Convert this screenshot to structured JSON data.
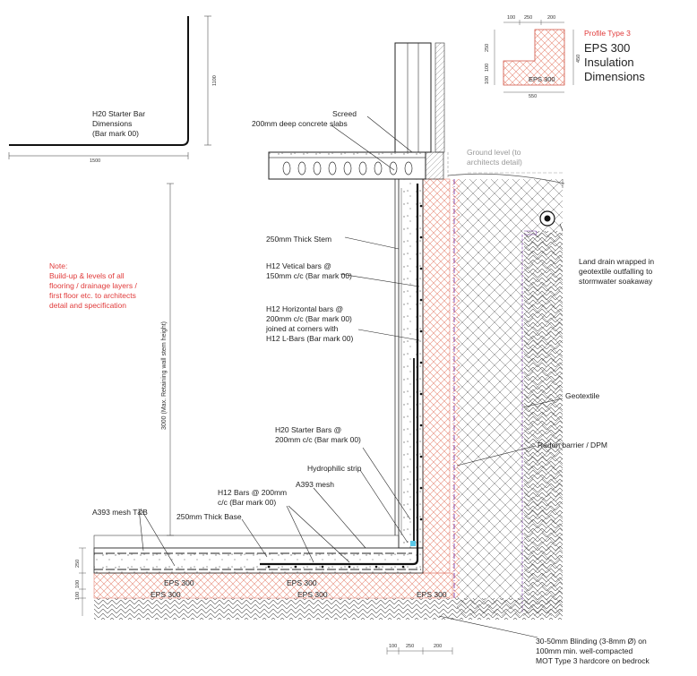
{
  "starter_bar": {
    "title": "H20 Starter Bar\nDimensions\n(Bar mark 00)",
    "dim_horizontal": "1500",
    "dim_vertical": "1100"
  },
  "profile": {
    "label": "Profile Type 3",
    "title": "EPS 300\nInsulation\nDimensions",
    "dims_top": [
      "100",
      "250",
      "200"
    ],
    "dim_bottom": "550",
    "dim_right": "450",
    "dims_left": [
      "250",
      "100",
      "100"
    ],
    "eps_label": "EPS 300"
  },
  "note": {
    "text": "Note:\nBuild-up & levels of all\nflooring / drainage layers /\nfirst floor etc. to architects\ndetail and specification"
  },
  "annotations": {
    "screed": "Screed",
    "slabs": "200mm deep concrete slabs",
    "ground_level": "Ground level (to\narchitects detail)",
    "stem": "250mm Thick Stem",
    "vertical_bars": "H12 Vetical bars @\n150mm c/c (Bar mark 00)",
    "horizontal_bars": "H12 Horizontal bars @\n200mm c/c (Bar mark 00)\njoined at corners with\nH12 L-Bars (Bar mark 00)",
    "land_drain": "Land drain wrapped in\ngeotextile outfalling to\nstormwater soakaway",
    "geotextile": "Geotextile",
    "radon": "Radon barrier / DPM",
    "starter_bars": "H20 Starter Bars @\n200mm c/c (Bar mark 00)",
    "hydrophilic": "Hydrophilic strip",
    "a393": "A393 mesh",
    "h12_bars": "H12 Bars @ 200mm\nc/c (Bar mark 00)",
    "a393_tb": "A393 mesh T&B",
    "base": "250mm Thick Base",
    "blinding": "30-50mm Blinding (3-8mm Ø) on\n100mm min. well-compacted\nMOT Type 3 hardcore on bedrock",
    "stem_height": "3000 (Max. Retaining wall stem height)"
  },
  "eps_labels": [
    "EPS 300",
    "EPS 300",
    "EPS 300",
    "EPS 300",
    "EPS 300"
  ],
  "dims": {
    "base_left": [
      "250",
      "100",
      "100"
    ],
    "bottom": [
      "100",
      "250",
      "200"
    ]
  },
  "colors": {
    "line": "#1a1a1a",
    "red": "#e03a3a",
    "insulation": "#f0a090",
    "radon": "#7a3aa8",
    "gray": "#888888"
  }
}
